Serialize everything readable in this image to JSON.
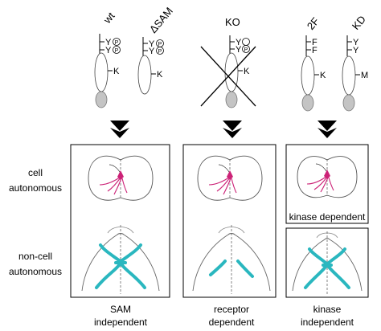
{
  "receptor_labels": {
    "wt": "wt",
    "dsam": "ΔSAM",
    "ko": "KO",
    "f2": "2F",
    "kd": "KD"
  },
  "residues": {
    "tyrosine": "Y",
    "phospho": "P",
    "phenylalanine": "F",
    "lysine": "K",
    "methionine": "M"
  },
  "row_labels": {
    "cell_line1": "cell",
    "cell_line2": "autonomous",
    "noncell_line1": "non-cell",
    "noncell_line2": "autonomous"
  },
  "panel_captions": {
    "kinase_dependent": "kinase dependent"
  },
  "bottom_labels": {
    "col1_line1": "SAM",
    "col1_line2": "independent",
    "col2_line1": "receptor",
    "col2_line2": "dependent",
    "col3_line1": "kinase",
    "col3_line2": "independent"
  },
  "colors": {
    "axon_magenta": "#cc2277",
    "commissure_cyan": "#2ab7bf",
    "domain_gray": "#bdbdbd"
  }
}
